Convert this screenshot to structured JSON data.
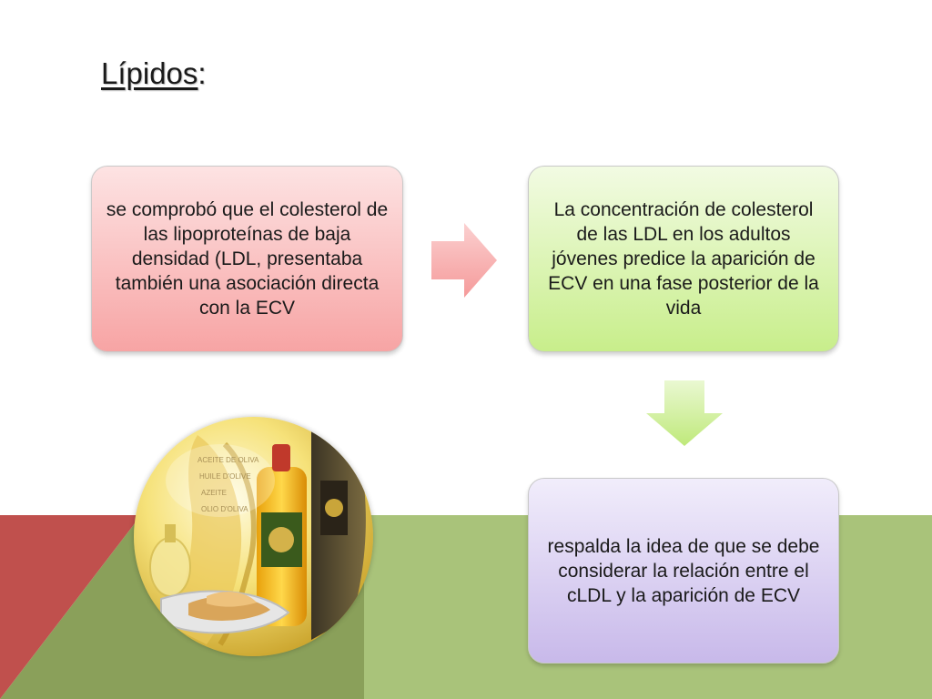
{
  "slide": {
    "title": "Lípidos",
    "title_suffix": ":",
    "boxes": {
      "red": "se comprobó que el colesterol de las lipoproteínas de baja densidad (LDL, presentaba también una asociación directa con la ECV",
      "green": "La concentración de colesterol de las LDL en los adultos jóvenes predice la aparición de ECV en una fase posterior de la vida",
      "purple": "respalda la idea de que se debe considerar la relación entre el cLDL y la aparición de ECV"
    },
    "photo_text": [
      "ACEITE DE OLIVA",
      "HUILE D'OLIVE",
      "AZEITE",
      "OLIO D'OLIVA"
    ]
  },
  "colors": {
    "background_red": "#c0504d",
    "background_olive": "#8aa05a",
    "background_green": "#a9c37a",
    "arrow_red": "#f7a7a7",
    "arrow_green": "#c8ee8b"
  }
}
